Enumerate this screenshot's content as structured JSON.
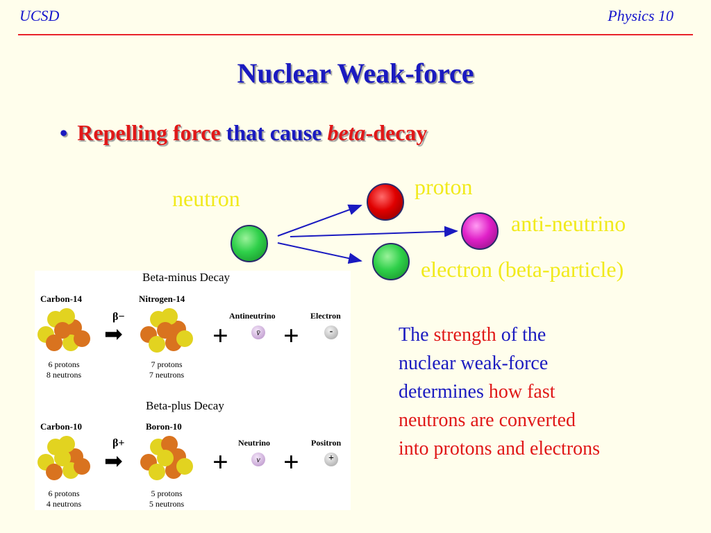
{
  "header": {
    "left": "UCSD",
    "right": "Physics 10"
  },
  "slide": {
    "title": "Nuclear Weak-force",
    "bullet": {
      "part1": "Repelling force",
      "part2": " that cause ",
      "part3": "beta",
      "part4": "-decay"
    }
  },
  "diagram": {
    "neutron": "neutron",
    "proton": "proton",
    "anti_neutrino": "anti-neutrino",
    "electron": "electron (beta-particle)",
    "colors": {
      "neutron": "#22cc44",
      "proton": "#dd0000",
      "anti_neutrino": "#dd22cc",
      "electron": "#22cc44",
      "label": "#f1ea1c",
      "arrow": "#1a1ac0"
    }
  },
  "decay_image": {
    "minus": {
      "title": "Beta-minus Decay",
      "parent": "Carbon-14",
      "parent_counts": [
        "6 protons",
        "8 neutrons"
      ],
      "symbol": "β−",
      "daughter": "Nitrogen-14",
      "daughter_counts": [
        "7 protons",
        "7 neutrons"
      ],
      "particle1": "Antineutrino",
      "particle1_glyph": "v̄",
      "particle2": "Electron",
      "particle2_glyph": "-"
    },
    "plus": {
      "title": "Beta-plus Decay",
      "parent": "Carbon-10",
      "parent_counts": [
        "6 protons",
        "4 neutrons"
      ],
      "symbol": "β+",
      "daughter": "Boron-10",
      "daughter_counts": [
        "5 protons",
        "5 neutrons"
      ],
      "particle1": "Neutrino",
      "particle1_glyph": "v",
      "particle2": "Positron",
      "particle2_glyph": "+"
    },
    "plus_sign": "+",
    "arrow_sign": "➡"
  },
  "strength_text": {
    "line1a": "The ",
    "line1b": "strength",
    "line1c": " of the",
    "line2": "nuclear weak-force",
    "line3a": "determines ",
    "line3b": "how fast",
    "line4": "neutrons are converted",
    "line5": "into protons and electrons"
  }
}
